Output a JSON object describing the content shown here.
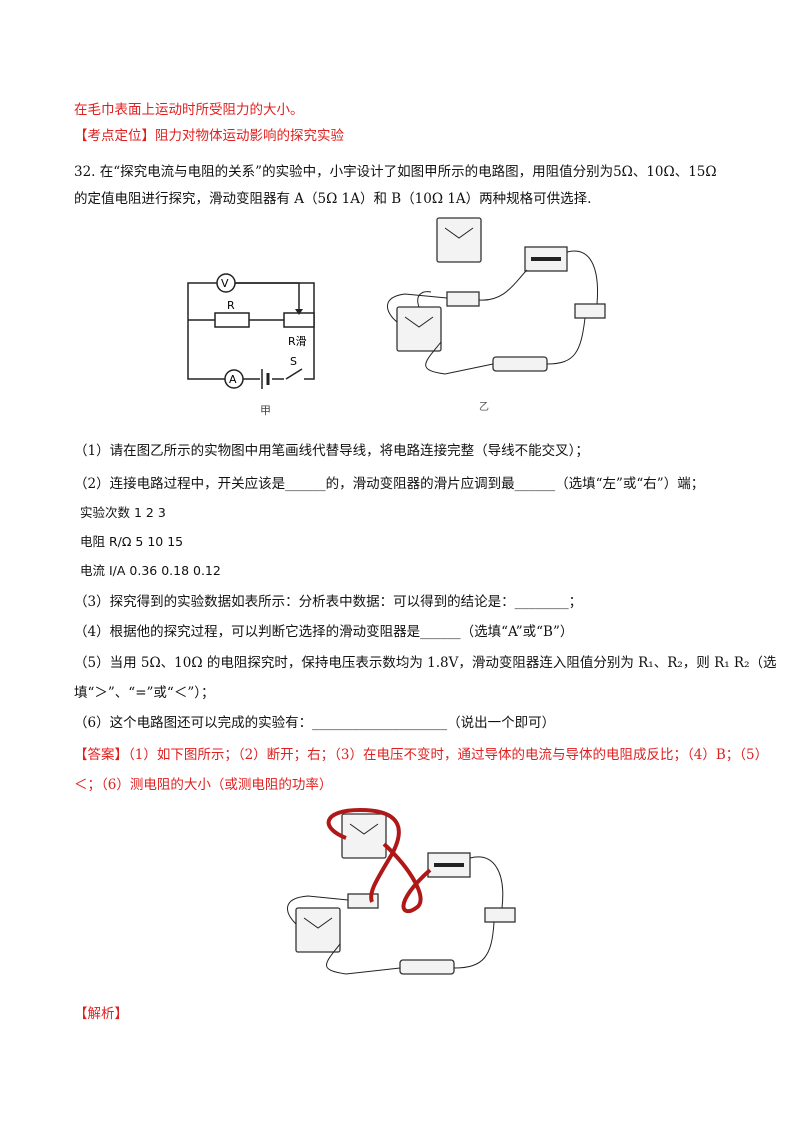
{
  "lines": {
    "l1": "在毛巾表面上运动时所受阻力的大小。",
    "l2": "【考点定位】阻力对物体运动影响的探究实验",
    "l3": "32. 在“探究电流与电阻的关系”的实验中，小宇设计了如图甲所示的电路图，用阻值分别为5Ω、10Ω、15Ω",
    "l4": "的定值电阻进行探究，滑动变阻器有 A（5Ω 1A）和 B（10Ω 1A）两种规格可供选择.",
    "q1": "（1）请在图乙所示的实物图中用笔画线代替导线，将电路连接完整（导线不能交叉）；",
    "q2": "（2）连接电路过程中，开关应该是______的，滑动变阻器的滑片应调到最______（选填“左”或“右”）端；",
    "t1": "实验次数 1 2 3",
    "t2": "电阻 R/Ω 5 10 15",
    "t3": "电流 I/A 0.36 0.18 0.12",
    "q3": "（3）探究得到的实验数据如表所示：分析表中数据：可以得到的结论是：________；",
    "q4": "（4）根据他的探究过程，可以判断它选择的滑动变阻器是______（选填“A”或“B”）",
    "q5": "（5）当用 5Ω、10Ω 的电阻探究时，保持电压表示数均为 1.8V，滑动变阻器连入阻值分别为 R₁、R₂，则 R₁ R₂（选",
    "q5b": "填“＞”、“=”或“＜”）；",
    "q6": "（6）这个电路图还可以完成的实验有：____________________（说出一个即可）",
    "ans1": "【答案】（1）如下图所示；（2）断开；右；（3）在电压不变时，通过导体的电流与导体的电阻成反比；（4）B；（5）",
    "ans2": "＜；（6）测电阻的大小（或测电阻的功率）",
    "jx": "【解析】"
  },
  "figure": {
    "label_v": "V",
    "label_r": "R",
    "label_rslide": "R滑",
    "label_s": "S",
    "label_a": "A",
    "caption_jia": "甲",
    "caption_yi": "乙"
  },
  "colors": {
    "accent": "#e02020",
    "wire_answer": "#b01818"
  }
}
